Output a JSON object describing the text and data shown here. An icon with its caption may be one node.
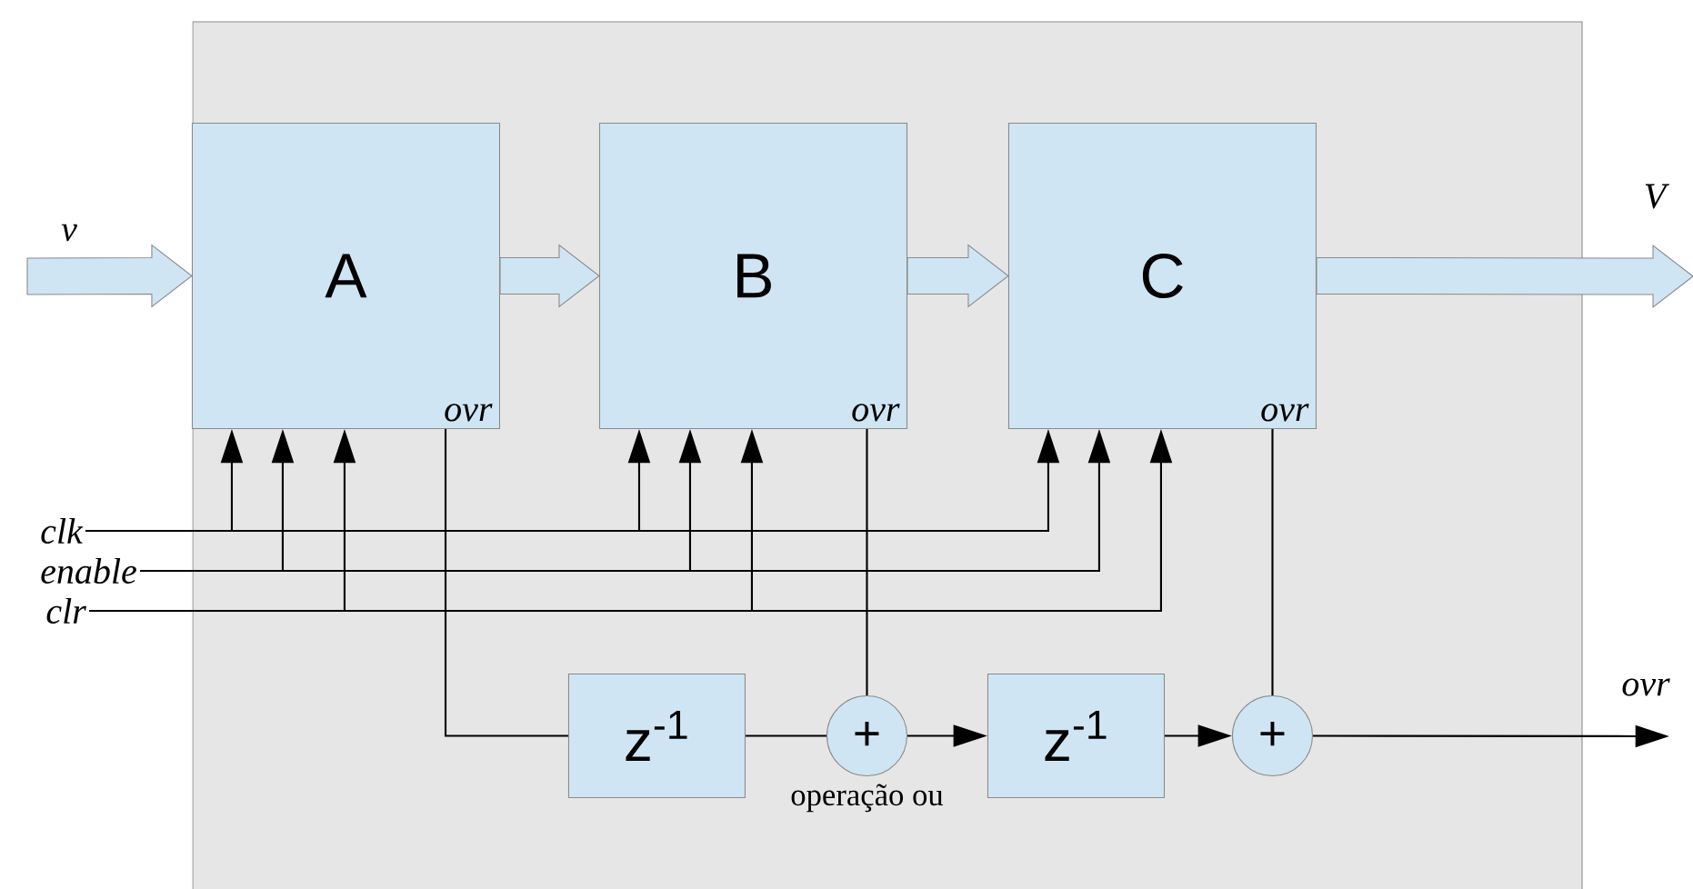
{
  "diagram": {
    "nodes": [
      {
        "text": [],
        "shape": "box"
      },
      {
        "text": [
          "A",
          "ovr"
        ],
        "in": 0
      },
      {
        "text": [
          "B",
          "ovr"
        ],
        "in": 0
      },
      {
        "text": [
          "C",
          "ovr"
        ],
        "in": 0
      },
      {
        "text": [
          "clk"
        ]
      },
      {
        "text": [
          "enable"
        ]
      },
      {
        "text": [
          "clr"
        ]
      },
      {
        "text": [
          "z$^{-1}$"
        ],
        "in": 0
      },
      {
        "text": [
          "+"
        ],
        "in": 0,
        "beside": [
          "operação ou"
        ]
      },
      {
        "text": [
          "z$^{-1}$"
        ],
        "in": 0
      },
      {
        "text": [
          "+"
        ],
        "in": 0
      }
    ],
    "edges": [
      {
        "from": null,
        "to": 1,
        "arrow": "to",
        "style": "thick",
        "label": "v"
      },
      {
        "from": 1,
        "to": 2,
        "arrow": "to",
        "style": "thick"
      },
      {
        "from": 2,
        "to": 3,
        "arrow": "to",
        "style": "thick"
      },
      {
        "from": 3,
        "to": null,
        "arrow": "to",
        "style": "thick",
        "label": "V"
      },
      {
        "from": 4,
        "to": 1,
        "arrow": "to"
      },
      {
        "from": 4,
        "to": 2,
        "arrow": "to"
      },
      {
        "from": 4,
        "to": 3,
        "arrow": "to"
      },
      {
        "from": 5,
        "to": 1,
        "arrow": "to"
      },
      {
        "from": 5,
        "to": 2,
        "arrow": "to"
      },
      {
        "from": 5,
        "to": 3,
        "arrow": "to"
      },
      {
        "from": 6,
        "to": 1,
        "arrow": "to"
      },
      {
        "from": 6,
        "to": 2,
        "arrow": "to"
      },
      {
        "from": 6,
        "to": 3,
        "arrow": "to"
      },
      {
        "from": 1,
        "to": 7,
        "arrow": "none"
      },
      {
        "from": 7,
        "to": 8,
        "arrow": "none"
      },
      {
        "from": 2,
        "to": 8,
        "arrow": "none"
      },
      {
        "from": 8,
        "to": 9,
        "arrow": "to"
      },
      {
        "from": 9,
        "to": 10,
        "arrow": "to"
      },
      {
        "from": 3,
        "to": 10,
        "arrow": "none"
      },
      {
        "from": 10,
        "to": null,
        "arrow": "to",
        "label": "ovr"
      }
    ]
  }
}
